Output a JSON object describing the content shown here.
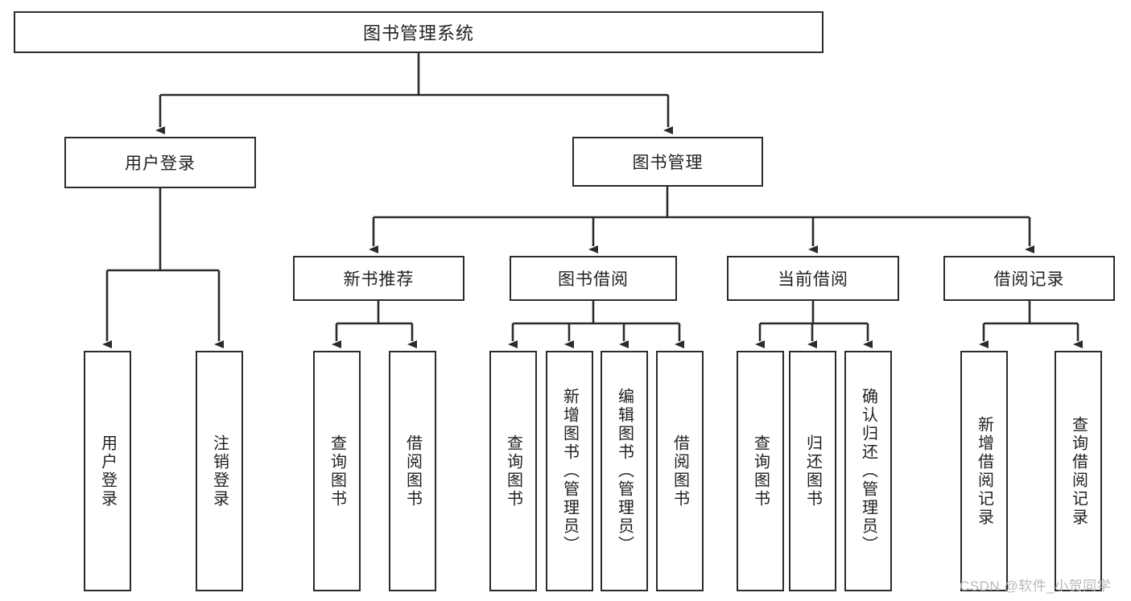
{
  "diagram": {
    "title": "图书管理系统",
    "type": "hierarchy-tree",
    "colors": {
      "box_border": "#2b2b2b",
      "box_fill": "#ffffff",
      "line": "#2b2b2b",
      "text": "#222222",
      "watermark": "#b9b9b9"
    },
    "root": {
      "label": "图书管理系统"
    },
    "level1": [
      {
        "label": "用户登录"
      },
      {
        "label": "图书管理"
      }
    ],
    "level2": [
      {
        "label": "新书推荐"
      },
      {
        "label": "图书借阅"
      },
      {
        "label": "当前借阅"
      },
      {
        "label": "借阅记录"
      }
    ],
    "leaves": {
      "user_login": [
        {
          "label": "用户登录"
        },
        {
          "label": "注销登录"
        }
      ],
      "new_book_recommend": [
        {
          "label": "查询图书"
        },
        {
          "label": "借阅图书"
        }
      ],
      "book_borrow": [
        {
          "label": "查询图书"
        },
        {
          "label": "新增图书（管理员）"
        },
        {
          "label": "编辑图书（管理员）"
        },
        {
          "label": "借阅图书"
        }
      ],
      "current_borrow": [
        {
          "label": "查询图书"
        },
        {
          "label": "归还图书"
        },
        {
          "label": "确认归还（管理员）"
        }
      ],
      "borrow_record": [
        {
          "label": "新增借阅记录"
        },
        {
          "label": "查询借阅记录"
        }
      ]
    },
    "watermark": "CSDN @软件_小贺同学"
  }
}
